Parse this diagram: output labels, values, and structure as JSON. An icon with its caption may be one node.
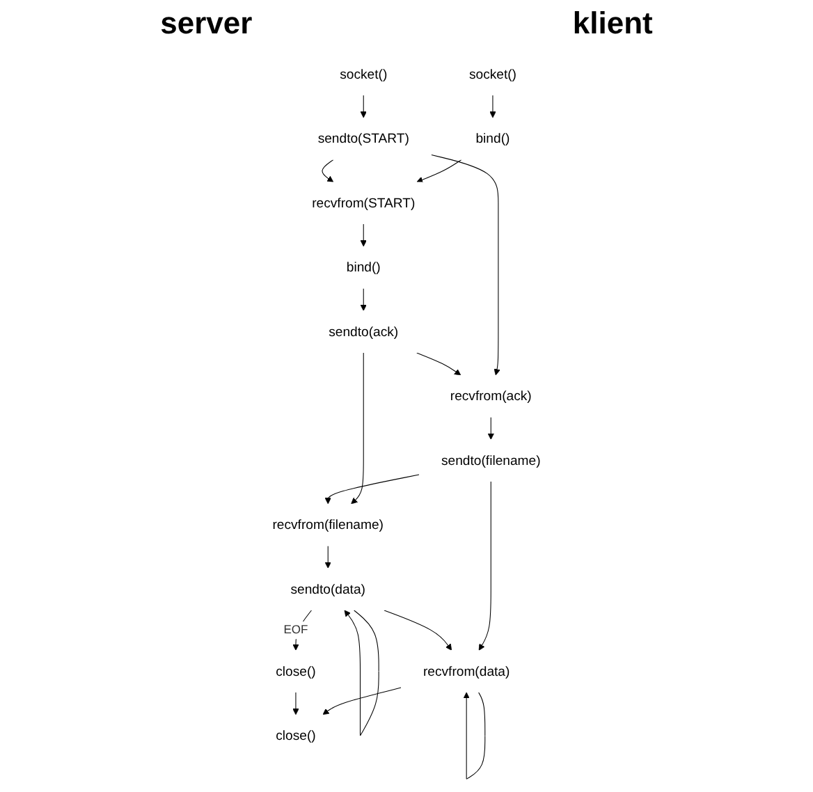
{
  "diagram": {
    "nodes": [
      {
        "text": [
          "socket()"
        ]
      },
      {
        "text": [
          "bind()"
        ]
      },
      {
        "text": [
          "recvfrom(START)"
        ]
      },
      {
        "text": [
          "bind()"
        ]
      },
      {
        "text": [
          "sendto(ack)"
        ]
      },
      {
        "text": [
          "recvfrom(filename)"
        ]
      },
      {
        "text": [
          "sendto(data)"
        ]
      },
      {
        "text": [
          "close()"
        ]
      },
      {
        "text": [
          "socket()"
        ]
      },
      {
        "text": [
          "sendto(START)"
        ]
      },
      {
        "text": [
          "recvfrom(ack)"
        ]
      },
      {
        "text": [
          "sendto(filename)"
        ]
      },
      {
        "text": [
          "recvfrom(data)"
        ]
      },
      {
        "text": [
          "close()"
        ]
      }
    ],
    "edges": [
      {
        "from": 0,
        "to": 1,
        "arrow": "to"
      },
      {
        "from": 1,
        "to": 2,
        "arrow": "to"
      },
      {
        "from": 2,
        "to": 3,
        "arrow": "to"
      },
      {
        "from": 3,
        "to": 4,
        "arrow": "to"
      },
      {
        "from": 4,
        "to": 5,
        "arrow": "to"
      },
      {
        "from": 5,
        "to": 6,
        "arrow": "to"
      },
      {
        "from": 6,
        "to": 6,
        "arrow": "to"
      },
      {
        "from": 6,
        "to": 7,
        "arrow": "to",
        "label": "EOF"
      },
      {
        "from": 8,
        "to": 9,
        "arrow": "to"
      },
      {
        "from": 9,
        "to": 2,
        "arrow": "to"
      },
      {
        "from": 9,
        "to": 10,
        "arrow": "to"
      },
      {
        "from": 4,
        "to": 10,
        "arrow": "to"
      },
      {
        "from": 10,
        "to": 11,
        "arrow": "to"
      },
      {
        "from": 11,
        "to": 5,
        "arrow": "to"
      },
      {
        "from": 11,
        "to": 12,
        "arrow": "to"
      },
      {
        "from": 6,
        "to": 12,
        "arrow": "to"
      },
      {
        "from": 12,
        "to": 12,
        "arrow": "to"
      },
      {
        "from": 12,
        "to": 13,
        "arrow": "to"
      },
      {
        "from": 7,
        "to": 13,
        "arrow": "to"
      }
    ],
    "labels": [
      "server",
      "klient"
    ]
  }
}
